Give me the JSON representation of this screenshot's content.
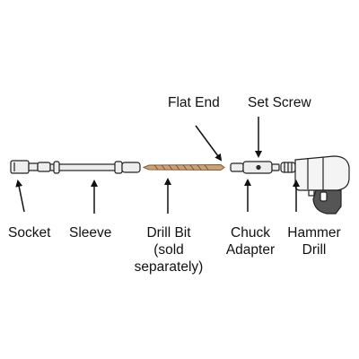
{
  "diagram": {
    "parts": {
      "socket": "Socket",
      "sleeve": "Sleeve",
      "drill_bit_line1": "Drill Bit",
      "drill_bit_line2": "(sold",
      "drill_bit_line3": "separately)",
      "chuck_adapter_line1": "Chuck",
      "chuck_adapter_line2": "Adapter",
      "hammer_drill_line1": "Hammer",
      "hammer_drill_line2": "Drill",
      "flat_end": "Flat End",
      "set_screw": "Set Screw"
    },
    "colors": {
      "outline": "#222222",
      "metal_fill": "#ededed",
      "bit_fill": "#c9a27a",
      "bit_edge": "#8a5a35",
      "drill_body": "#f4f4f4",
      "drill_dark": "#555555"
    }
  }
}
